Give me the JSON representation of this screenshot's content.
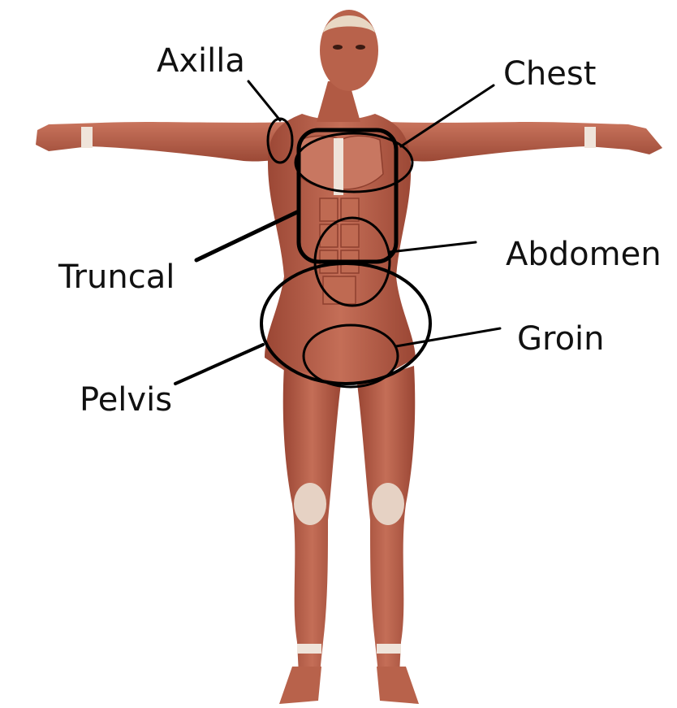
{
  "labels": {
    "axilla": "Axilla",
    "chest": "Chest",
    "truncal": "Truncal",
    "abdomen": "Abdomen",
    "pelvis": "Pelvis",
    "groin": "Groin"
  },
  "colors": {
    "background": "#ffffff",
    "muscle": "#b9604a",
    "muscle_dark": "#8e3f2e",
    "tendon": "#efe4da",
    "outline": "#000000"
  },
  "figure": {
    "subject": "anatomical muscle figure, front view, arms outstretched"
  }
}
